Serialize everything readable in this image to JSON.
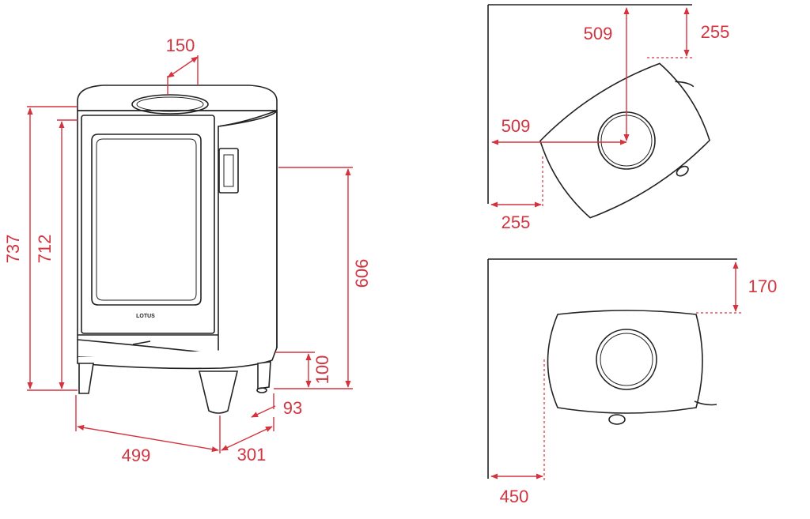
{
  "colors": {
    "dimension": "#d4343f",
    "outline": "#222222"
  },
  "brand_logo": "LOTUS",
  "front_view": {
    "flue_diameter": "150",
    "total_height": "737",
    "body_height": "712",
    "flue_outlet_height": "606",
    "leg_height": "100",
    "leg_offset": "93",
    "width": "499",
    "depth": "301"
  },
  "corner_install": {
    "flue_axis_to_back_wall": "509",
    "flue_axis_to_side_wall": "509",
    "clearance_back": "255",
    "clearance_side": "255"
  },
  "wall_install": {
    "clearance_back": "170",
    "clearance_side": "450"
  }
}
